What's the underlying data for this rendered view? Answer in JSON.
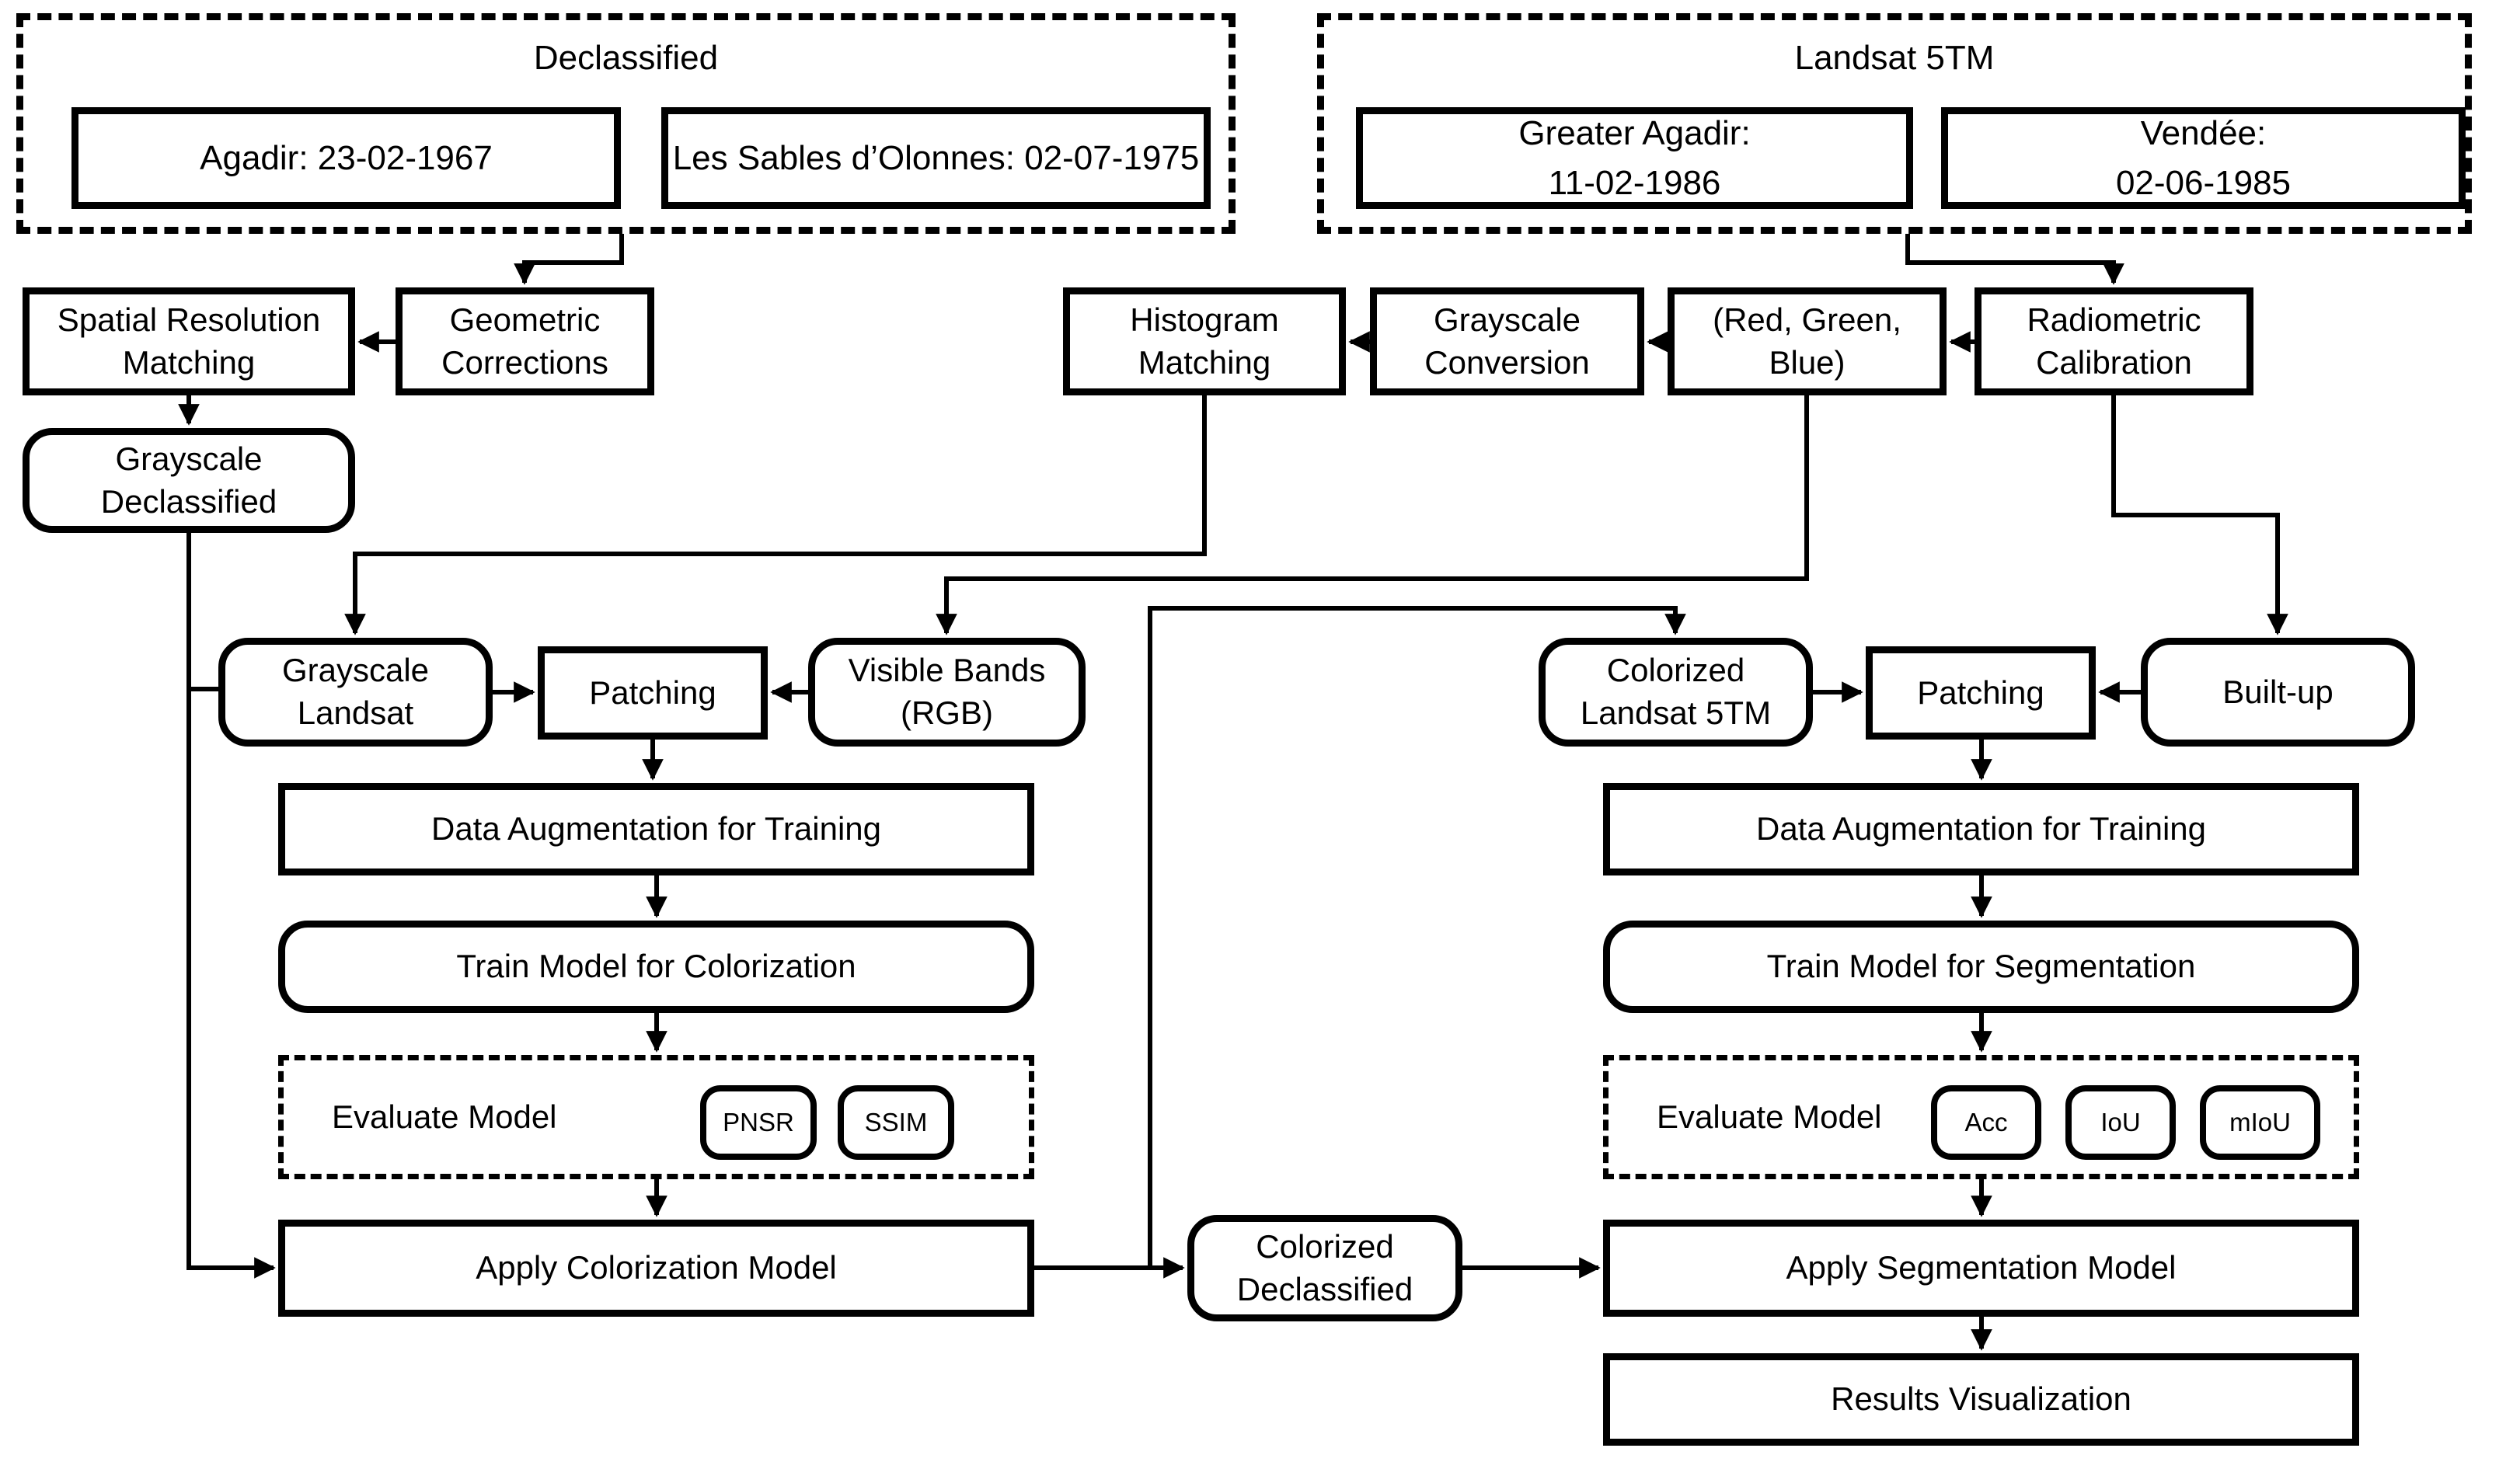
{
  "groups": {
    "declassified": {
      "title": "Declassified",
      "items": [
        {
          "label": "Agadir: 23-02-1967"
        },
        {
          "label": "Les Sables d’Olonnes: 02-07-1975"
        }
      ]
    },
    "landsat_5tm": {
      "title": "Landsat 5TM",
      "items": [
        {
          "label": "Greater Agadir:\n11-02-1986"
        },
        {
          "label": "Vendée:\n02-06-1985"
        }
      ]
    }
  },
  "nodes": {
    "spatial_resolution_matching": "Spatial Resolution\nMatching",
    "geometric_corrections": "Geometric\nCorrections",
    "histogram_matching": "Histogram\nMatching",
    "grayscale_conversion": "Grayscale\nConversion",
    "red_green_blue": "(Red, Green,\nBlue)",
    "radiometric_calibration": "Radiometric\nCalibration",
    "grayscale_declassified": "Grayscale\nDeclassified",
    "grayscale_landsat": "Grayscale\nLandsat",
    "patching_left": "Patching",
    "visible_bands_rgb": "Visible Bands\n(RGB)",
    "colorized_landsat_5tm": "Colorized\nLandsat 5TM",
    "patching_right": "Patching",
    "built_up": "Built-up",
    "data_augmentation_left": "Data Augmentation for Training",
    "train_model_colorization": "Train Model for Colorization",
    "evaluate_model_left": "Evaluate Model",
    "metric_pnsr": "PNSR",
    "metric_ssim": "SSIM",
    "apply_colorization_model": "Apply Colorization Model",
    "colorized_declassified": "Colorized\nDeclassified",
    "data_augmentation_right": "Data Augmentation for Training",
    "train_model_segmentation": "Train Model for Segmentation",
    "evaluate_model_right": "Evaluate Model",
    "metric_acc": "Acc",
    "metric_iou": "IoU",
    "metric_miou": "mIoU",
    "apply_segmentation_model": "Apply Segmentation Model",
    "results_visualization": "Results Visualization"
  },
  "colors": {
    "line": "#000000",
    "background": "#ffffff",
    "text": "#000000"
  }
}
